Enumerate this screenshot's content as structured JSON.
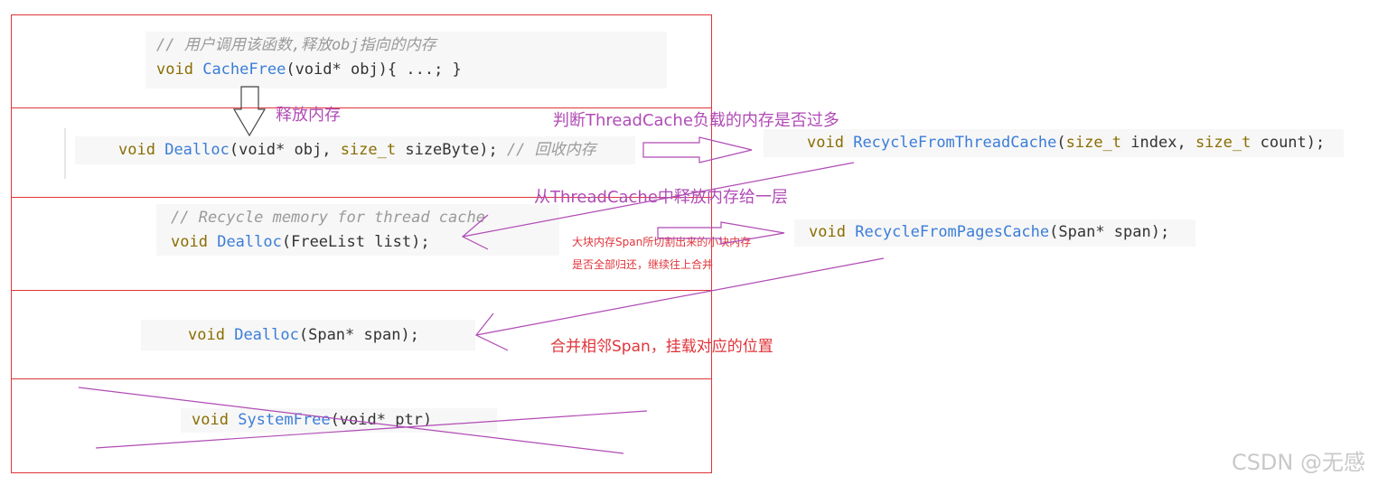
{
  "layers": [
    {
      "comment": "// 用户调用该函数,释放obj指向的内存",
      "kw": "void",
      "fn": "CacheFree",
      "rest": "(void* obj){ ...; }"
    },
    {
      "kw": "void",
      "fn": "Dealloc",
      "p1": "(void* obj, ",
      "kw2": "size_t",
      "p2": " sizeByte); ",
      "comment": "// 回收内存"
    },
    {
      "comment": "// Recycle memory for thread cache",
      "kw": "void",
      "fn": "Dealloc",
      "rest": "(FreeList list);"
    },
    {
      "kw": "void",
      "fn": "Dealloc",
      "rest": "(Span* span);"
    },
    {
      "kw": "void",
      "fn": "SystemFree",
      "rest": "(void* ptr)"
    }
  ],
  "side": [
    {
      "kw": "void",
      "fn": "RecycleFromThreadCache",
      "p1": "(",
      "kw2": "size_t",
      "p2": " index, ",
      "kw3": "size_t",
      "p3": " count);"
    },
    {
      "kw": "void",
      "fn": "RecycleFromPagesCache",
      "rest": "(Span* span);"
    }
  ],
  "notes": {
    "release": "释放内存",
    "judge": "判断ThreadCache负载的内存是否过多",
    "from_tc": "从ThreadCache中释放内存给一层",
    "big_block_1": "大块内存Span所切割出来的小块内存",
    "big_block_2": "是否全部归还，继续往上合并",
    "merge": "合并相邻Span，挂载对应的位置"
  },
  "watermark": "CSDN @无感",
  "colors": {
    "frame": "#e0343a",
    "arrow": "#b04bb5",
    "keyword": "#8a6d00",
    "function": "#3b7dd8"
  }
}
